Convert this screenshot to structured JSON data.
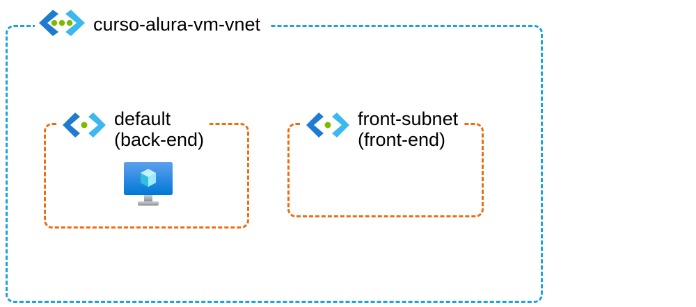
{
  "vnet": {
    "name": "curso-alura-vm-vnet",
    "icon": "virtual-network-icon",
    "border_color": "#1ba1e2"
  },
  "subnets": [
    {
      "name": "default",
      "role": "(back-end)",
      "icon": "subnet-icon",
      "border_color": "#ee6c0e",
      "contains": [
        "virtual-machine-icon"
      ]
    },
    {
      "name": "front-subnet",
      "role": "(front-end)",
      "icon": "subnet-icon",
      "border_color": "#ee6c0e",
      "contains": []
    }
  ]
}
